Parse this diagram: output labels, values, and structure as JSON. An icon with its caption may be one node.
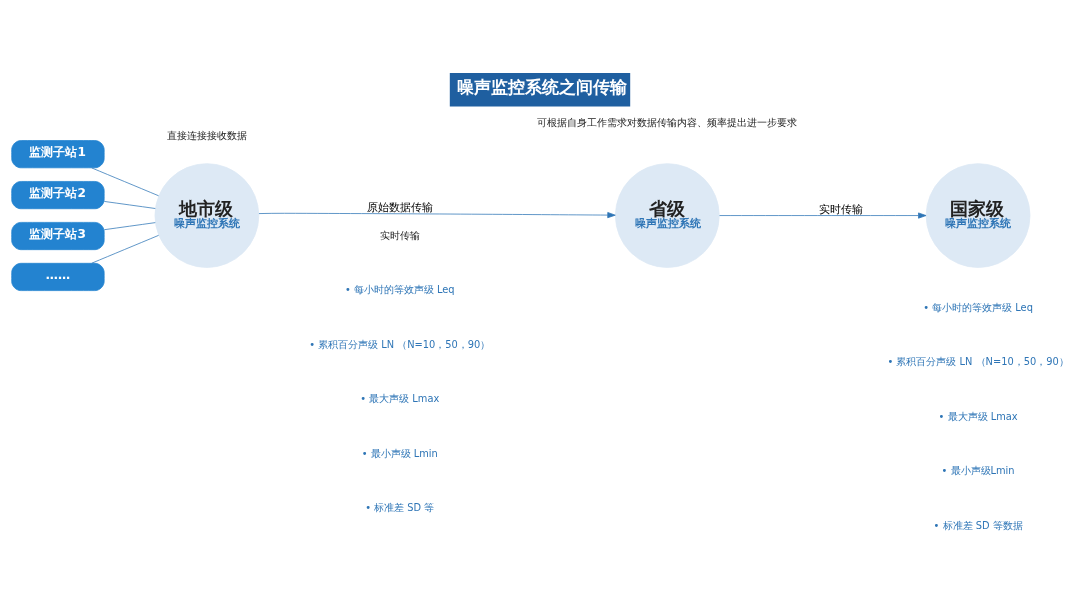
{
  "diagram": {
    "title": "噪声监控系统之间传输",
    "nodes": [
      {
        "text": [
          "监测子站1"
        ]
      },
      {
        "text": [
          "监测子站2"
        ]
      },
      {
        "text": [
          "监测子站3"
        ]
      },
      {
        "text": [
          "……"
        ]
      },
      {
        "text": [
          "地市级",
          "噪声监控系统"
        ]
      },
      {
        "text": [
          "省级",
          "噪声监控系统"
        ]
      },
      {
        "text": [
          "国家级",
          "噪声监控系统"
        ]
      }
    ],
    "edges": [
      {
        "from": 0,
        "to": 4,
        "arrow": "none"
      },
      {
        "from": 1,
        "to": 4,
        "arrow": "none"
      },
      {
        "from": 2,
        "to": 4,
        "arrow": "none"
      },
      {
        "from": 3,
        "to": 4,
        "arrow": "none"
      },
      {
        "from": 4,
        "to": 5,
        "arrow": "to",
        "label": "原始数据传输"
      },
      {
        "from": 5,
        "to": 6,
        "arrow": "to",
        "label": "实时传输"
      }
    ],
    "labels": [
      "直接连接接收数据",
      "可根据自身工作需求对数据传输内容、频率提出进一步要求",
      "实时传输",
      "• 每小时的等效声级 Leq",
      "• 累积百分声级 LN （N=10，50，90）",
      "• 最大声级 Lmax",
      "• 最小声级 Lmin",
      "• 标准差 SD 等",
      "• 每小时的等效声级 Leq",
      "• 累积百分声级 LN （N=10，50，90）",
      "• 最大声级 Lmax",
      "• 最小声级Lmin",
      "• 标准差 SD 等数据"
    ]
  }
}
